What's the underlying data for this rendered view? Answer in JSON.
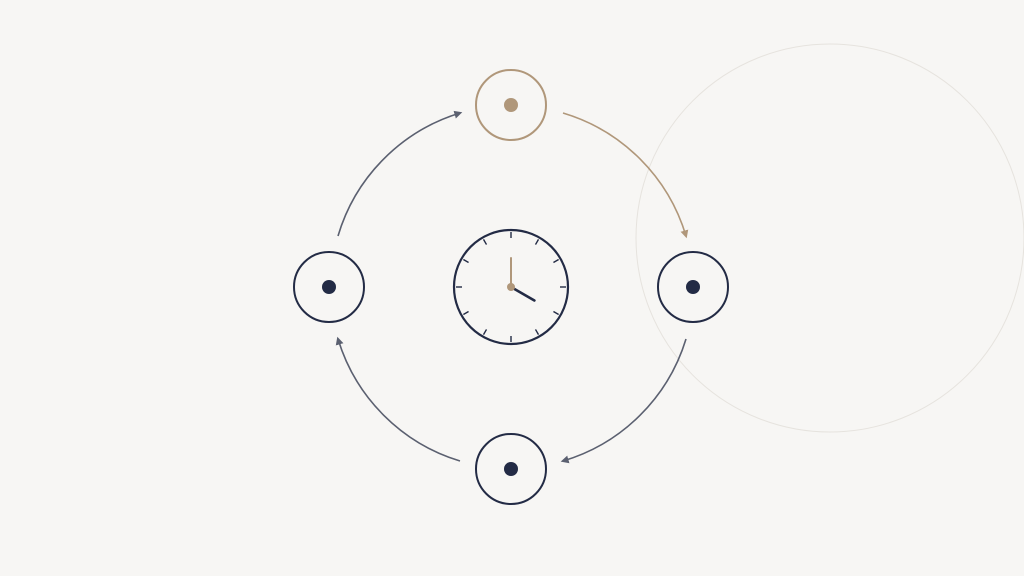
{
  "colors": {
    "background": "#f7f6f4",
    "primary": "#232b45",
    "accent": "#b0977a",
    "arrow_muted": "#5b6070",
    "backdrop_ring": "#e6e3de"
  },
  "diagram": {
    "type": "cycle",
    "direction": "clockwise",
    "center_icon": "clock-icon",
    "clock": {
      "hour": 4,
      "minute": 0
    },
    "nodes": [
      {
        "id": "top",
        "state": "active"
      },
      {
        "id": "right",
        "state": "inactive"
      },
      {
        "id": "bottom",
        "state": "inactive"
      },
      {
        "id": "left",
        "state": "inactive"
      }
    ],
    "edges": [
      {
        "from": "top",
        "to": "right",
        "state": "active"
      },
      {
        "from": "right",
        "to": "bottom",
        "state": "inactive"
      },
      {
        "from": "bottom",
        "to": "left",
        "state": "inactive"
      },
      {
        "from": "left",
        "to": "top",
        "state": "inactive"
      }
    ]
  }
}
